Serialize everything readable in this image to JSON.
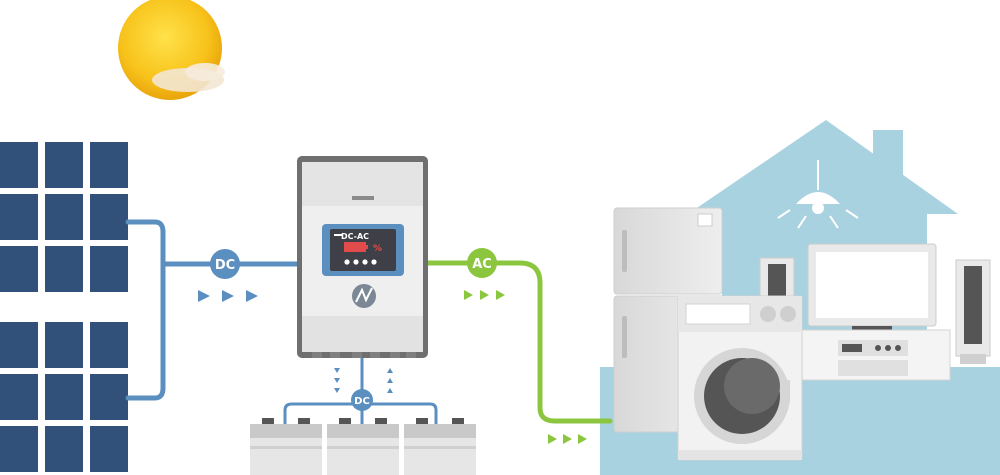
{
  "labels": {
    "dc_main": "DC",
    "ac_main": "AC",
    "dc_battery": "DC",
    "inverter_mode": "DC-AC",
    "percent_sign": "%"
  },
  "colors": {
    "dc_line": "#5b8fc0",
    "ac_line": "#8cc63f",
    "panel": "#31507a",
    "house": "#a9d2e0",
    "floor": "#a9d2e0"
  }
}
